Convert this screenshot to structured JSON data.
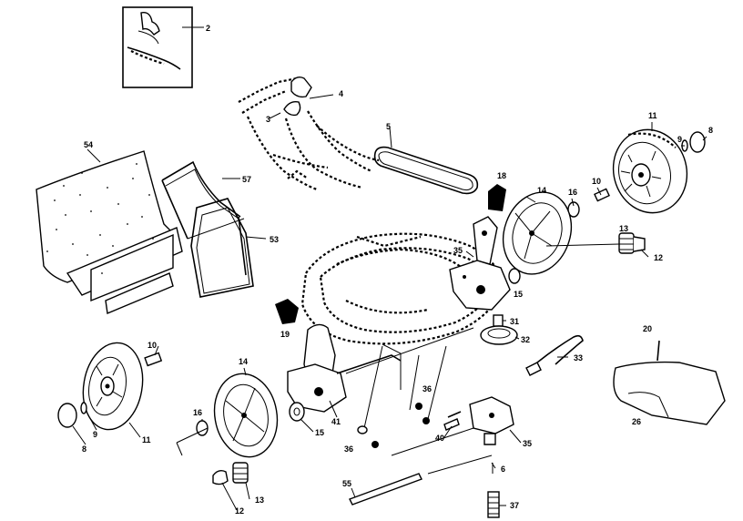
{
  "diagram": {
    "callouts": {
      "c2": "2",
      "c3": "3",
      "c4": "4",
      "c5": "5",
      "c54": "54",
      "c57": "57",
      "c53": "53",
      "c18a": "18",
      "c14a": "14",
      "c16a": "16",
      "c10a": "10",
      "c9a": "9",
      "c8a": "8",
      "c11a": "11",
      "c13a": "13",
      "c12a": "12",
      "c35a": "35",
      "c15a": "15",
      "c31": "31",
      "c32": "32",
      "c33": "33",
      "c20": "20",
      "c26": "26",
      "c19": "19",
      "c10b": "10",
      "c14b": "14",
      "c16b": "16",
      "c9b": "9",
      "c8b": "8",
      "c11b": "11",
      "c15b": "15",
      "c41": "41",
      "c36a": "36",
      "c36b": "36",
      "c40": "40",
      "c35b": "35",
      "c6": "6",
      "c37": "37",
      "c13b": "13",
      "c12b": "12",
      "c55": "55"
    }
  }
}
